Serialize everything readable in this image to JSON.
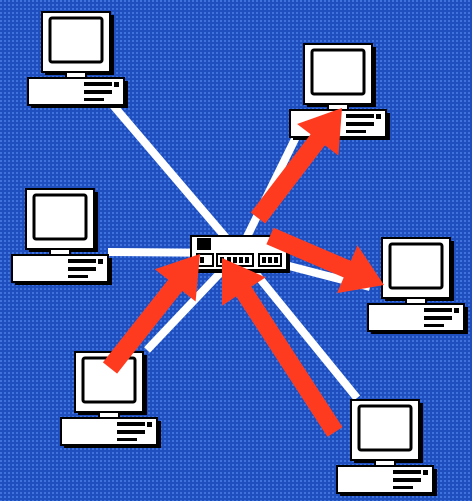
{
  "diagram": {
    "nodes": [
      {
        "id": "hub",
        "kind": "hub",
        "icon": "network-hub-icon"
      },
      {
        "id": "pc-top-left",
        "kind": "computer",
        "icon": "desktop-computer-icon"
      },
      {
        "id": "pc-mid-left",
        "kind": "computer",
        "icon": "desktop-computer-icon"
      },
      {
        "id": "pc-bottom-left",
        "kind": "computer",
        "icon": "desktop-computer-icon"
      },
      {
        "id": "pc-top-right",
        "kind": "computer",
        "icon": "desktop-computer-icon"
      },
      {
        "id": "pc-mid-right",
        "kind": "computer",
        "icon": "desktop-computer-icon"
      },
      {
        "id": "pc-bottom-right",
        "kind": "computer",
        "icon": "desktop-computer-icon"
      }
    ],
    "links": [
      {
        "from": "pc-top-left",
        "to": "hub"
      },
      {
        "from": "pc-mid-left",
        "to": "hub"
      },
      {
        "from": "pc-bottom-left",
        "to": "hub"
      },
      {
        "from": "pc-top-right",
        "to": "hub"
      },
      {
        "from": "pc-mid-right",
        "to": "hub"
      },
      {
        "from": "pc-bottom-right",
        "to": "hub"
      }
    ],
    "flows": [
      {
        "from": "pc-bottom-left",
        "to": "hub"
      },
      {
        "from": "pc-bottom-right",
        "to": "hub"
      },
      {
        "from": "hub",
        "to": "pc-top-right"
      },
      {
        "from": "hub",
        "to": "pc-mid-right"
      }
    ]
  },
  "colors": {
    "background": "#1f4fbf",
    "dot": "#3f72dd",
    "link": "#ffffff",
    "arrow": "#ff3b1f",
    "device": "#ffffff",
    "outline": "#000000"
  }
}
